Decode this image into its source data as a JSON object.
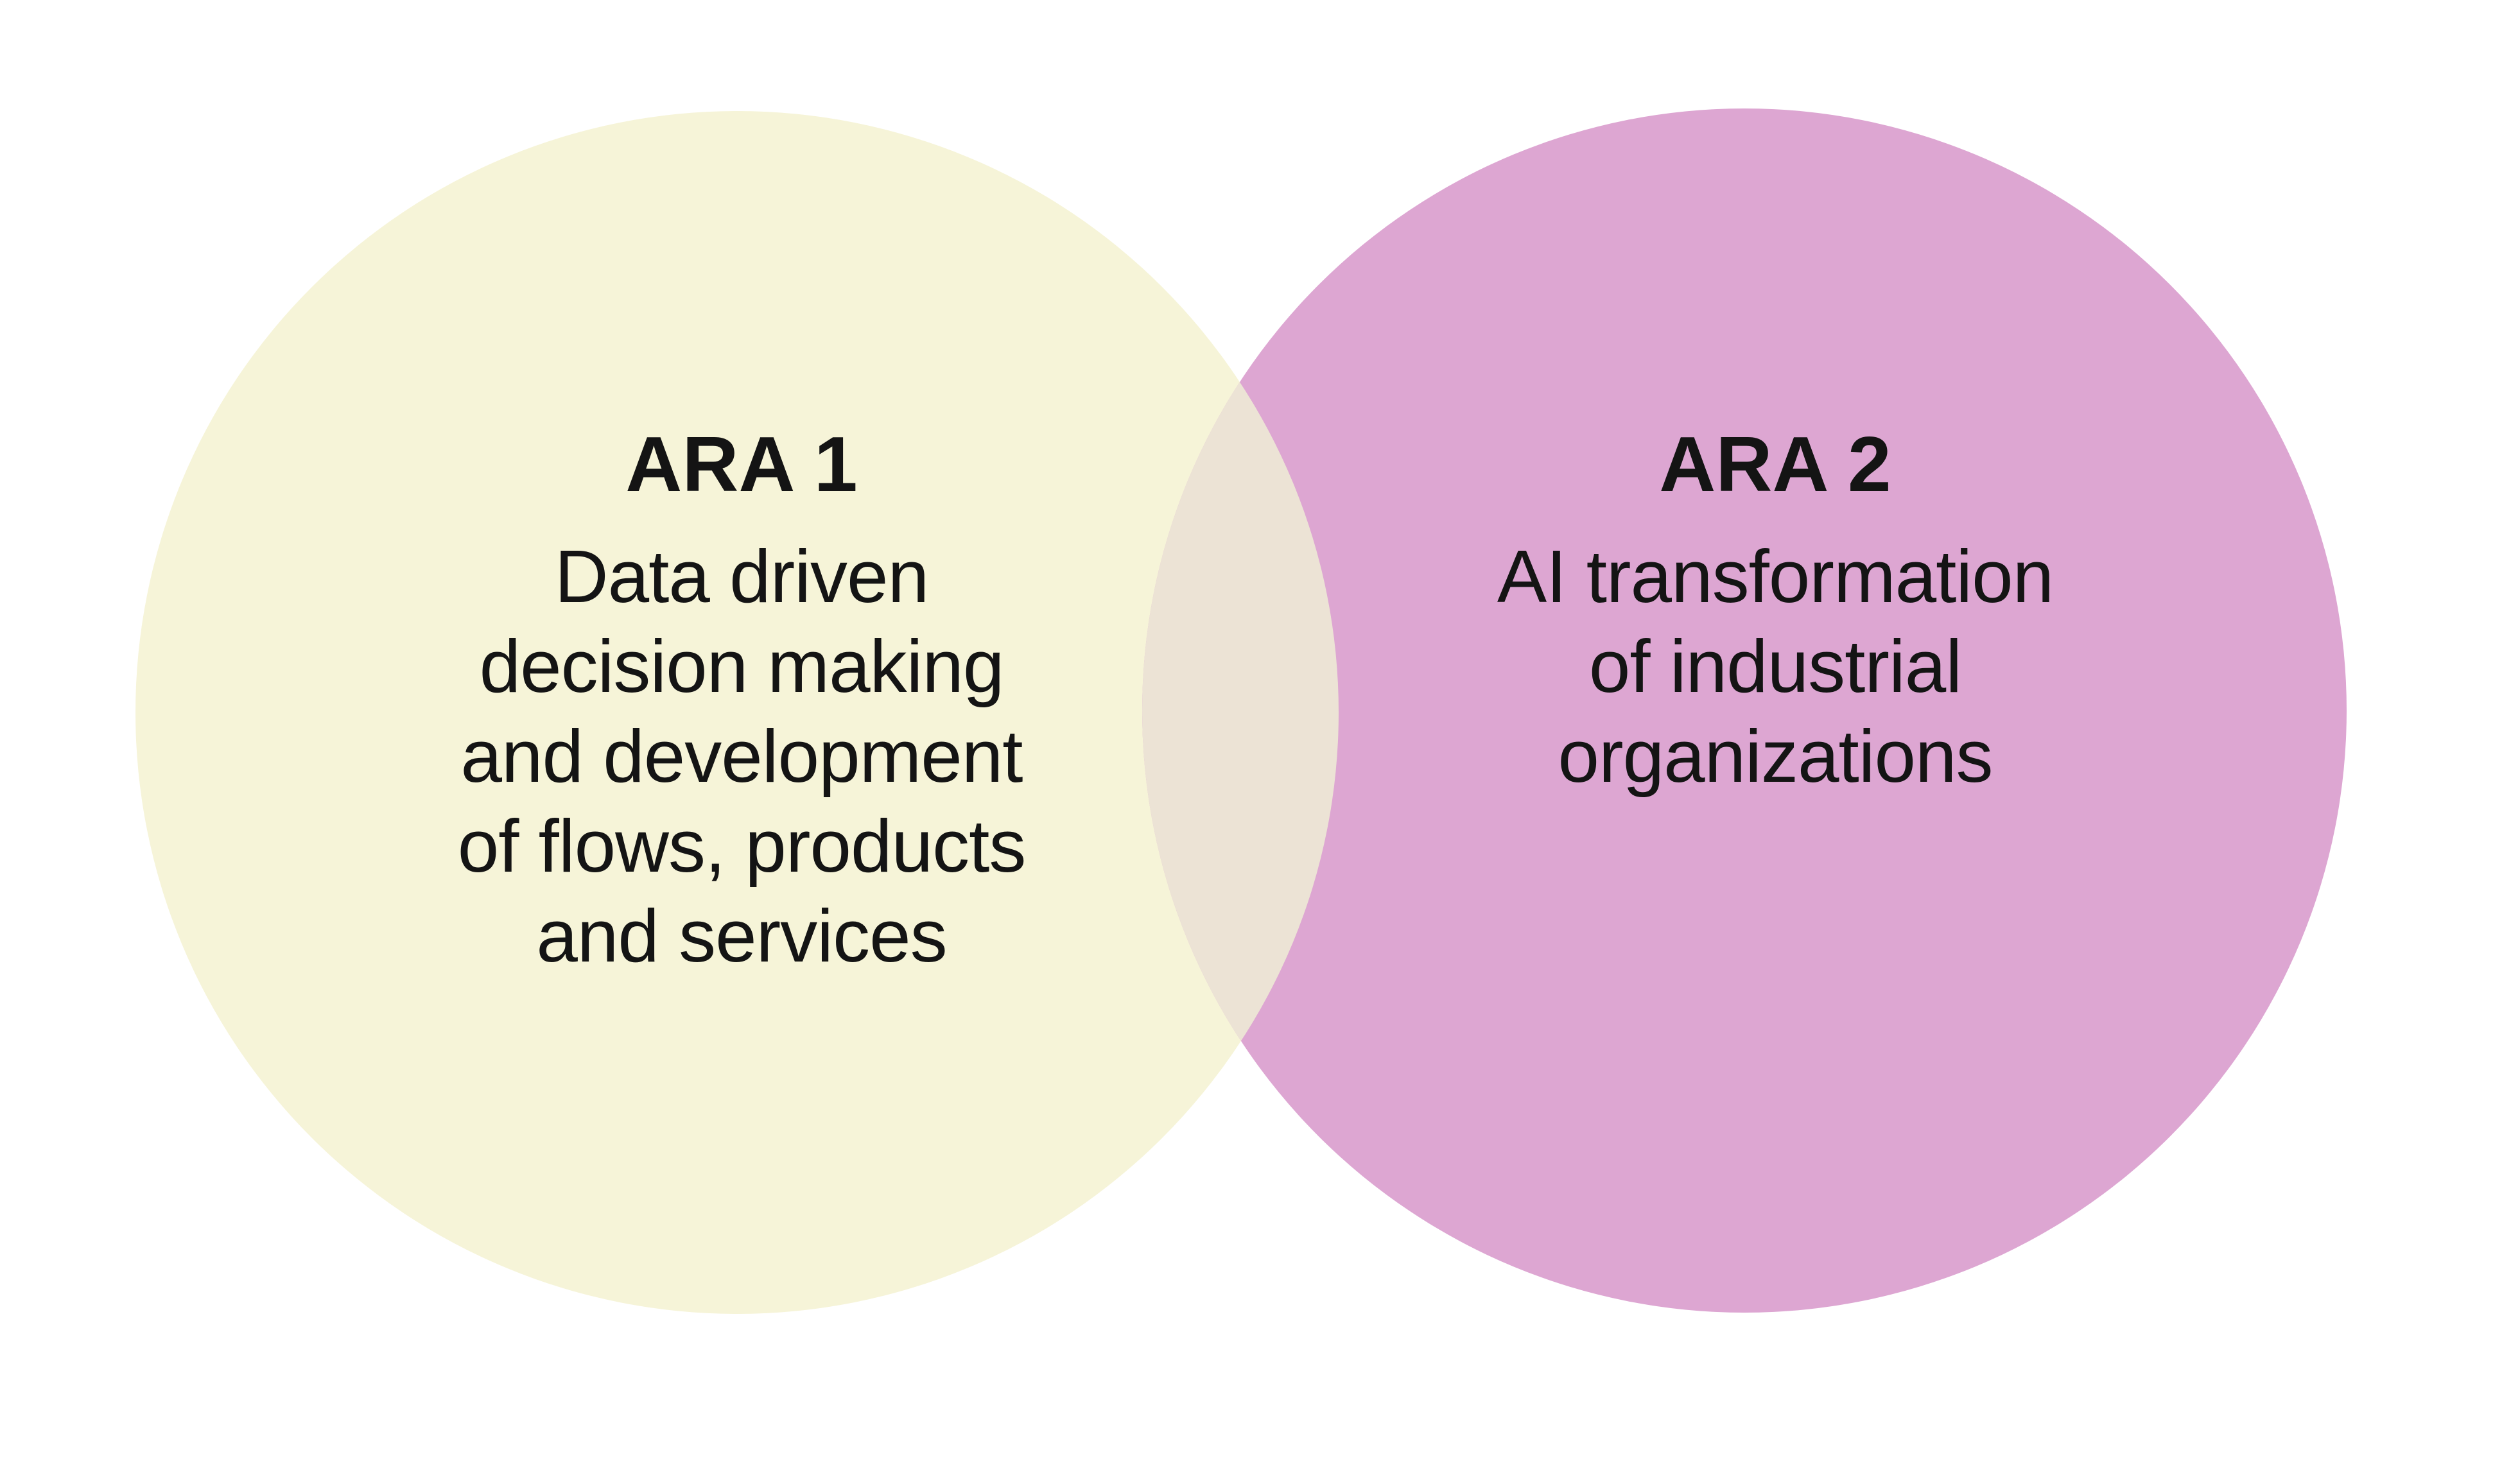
{
  "diagram": {
    "type": "venn",
    "background_color": "#ffffff",
    "text_color": "#141414",
    "sets": [
      {
        "title": "ARA 1",
        "lines": [
          "Data driven",
          "decision making",
          "and development",
          "of flows, products",
          "and services"
        ],
        "color": "#f6f4d8"
      },
      {
        "title": "ARA 2",
        "lines": [
          "AI transformation",
          "of industrial",
          "organizations"
        ],
        "color": "#dda6d2"
      }
    ],
    "overlap_color": "#ece3d5"
  }
}
